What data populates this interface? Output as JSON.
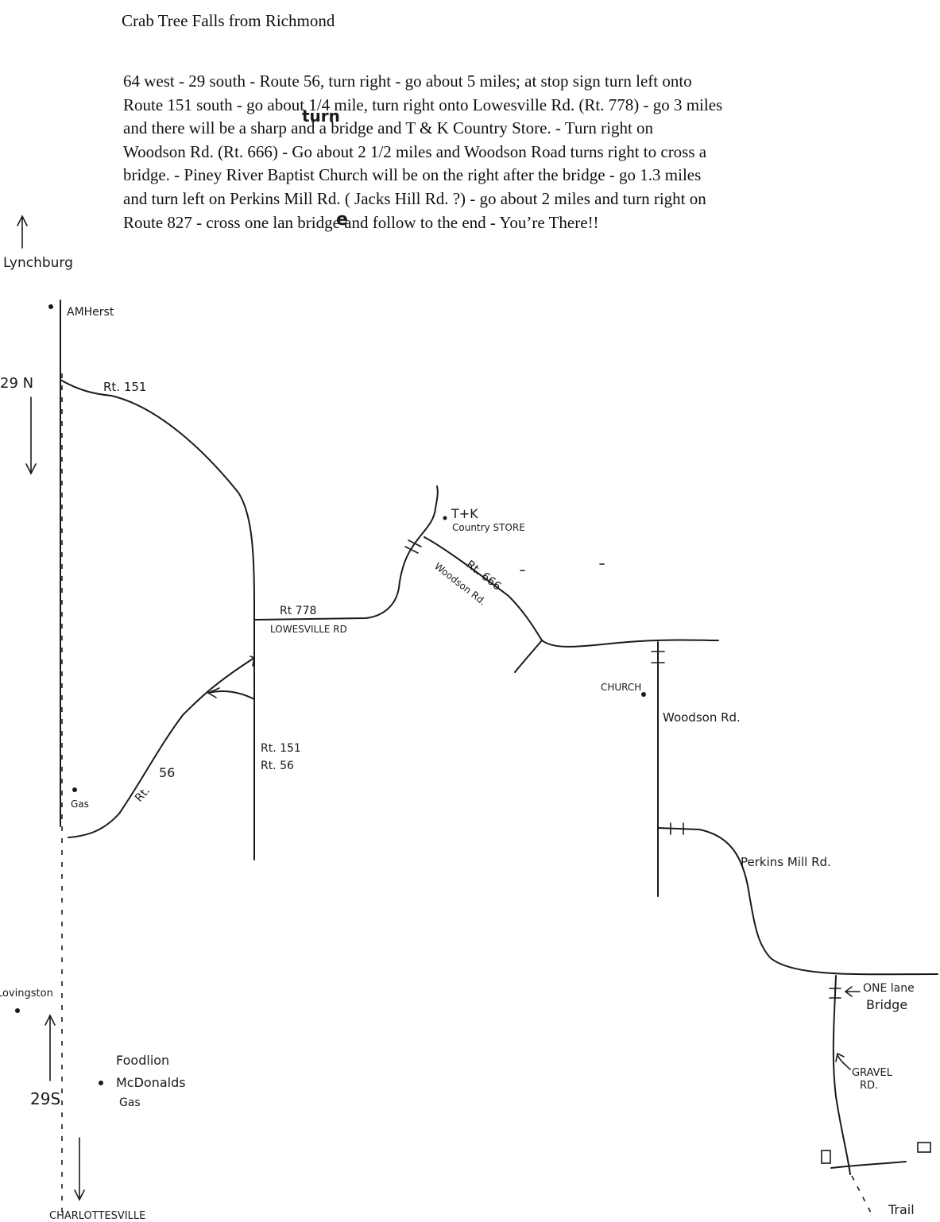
{
  "title": "Crab  Tree  Falls  from Richmond",
  "directions_lines": [
    "64 west - 29 south - Route 56, turn right - go about 5 miles; at stop sign turn left onto",
    "Route 151 south - go about 1/4 mile, turn right onto Lowesville Rd. (Rt. 778) - go 3 miles",
    "and there will be a sharp and a bridge and  T & K Country Store. - Turn right on",
    "Woodson Rd. (Rt. 666)  -  Go about 2 1/2 miles and Woodson Road turns right to cross a",
    "bridge. - Piney River Baptist Church will be on the right after the bridge - go 1.3 miles",
    "and turn left on Perkins Mill Rd. ( Jacks Hill Rd. ?)  - go about 2 miles and turn right on",
    "Route 827 - cross one lan bridge and follow to the end  -    You’re There!!"
  ],
  "handwritten_insert_turn": "turn",
  "handwritten_insert_e": "e",
  "map_labels": {
    "lynchburg": "Lynchburg",
    "amherst": "AMHerst",
    "rt29n": "29 N",
    "rt151": "Rt. 151",
    "tk_store_1": "T+K",
    "tk_store_2": "Country STORE",
    "rt666": "Rt. 666",
    "woodson_diag": "Woodson Rd.",
    "rt778": "Rt 778",
    "lowesville": "LOWESVILLE      RD",
    "church": "CHURCH",
    "woodson_rd": "Woodson Rd.",
    "rt151_56_a": "Rt. 151",
    "rt151_56_b": "Rt. 56",
    "rt56_num": "56",
    "rt56_rt": "Rt.",
    "gas_top": "Gas",
    "perkins": "Perkins Mill Rd.",
    "one_lane_1": "ONE  lane",
    "one_lane_2": "Bridge",
    "lovingston": "Lovingston",
    "rt29s": "29S",
    "foodlion": "Foodlion",
    "mcdonalds": "McDonalds",
    "gas_bottom": "Gas",
    "gravel_1": "GRAVEL",
    "gravel_2": "RD.",
    "charlottesville": "CHARLOTTESVILLE",
    "trail": "Trail"
  }
}
